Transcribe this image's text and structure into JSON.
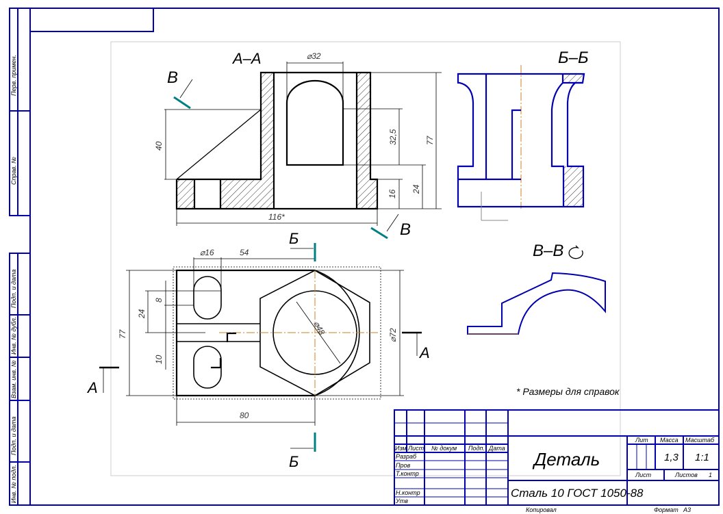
{
  "side_strip": [
    "Перв. примен.",
    "Справ. №",
    "Подп. и дата",
    "Инв. № дубл.",
    "Взам. инв. №",
    "Подп. и дата",
    "Инв. № подл."
  ],
  "views": {
    "section_aa": "А–А",
    "section_bb": "Б–Б",
    "section_vv": "В–В",
    "cut_v": "В",
    "cut_b": "Б",
    "cut_a": "А"
  },
  "dimensions": {
    "d32": "⌀32",
    "h40": "40",
    "h32_5": "32,5",
    "h77": "77",
    "h16": "16",
    "h24": "24",
    "w116": "116*",
    "d16": "⌀16",
    "w54": "54",
    "h8": "8",
    "h24b": "24",
    "h10": "10",
    "h77b": "77",
    "d48": "⌀48",
    "d72": "⌀72",
    "w80": "80"
  },
  "note": "* Размеры для справок",
  "title_block": {
    "col_headers": [
      "Изм",
      "Лист",
      "№ докум",
      "Подп.",
      "Дата"
    ],
    "roles": [
      "Разраб",
      "Пров",
      "Т.контр",
      "Н.контр",
      "Утв"
    ],
    "part_name": "Деталь",
    "material": "Сталь 10  ГОСТ 1050-88",
    "lit_label": "Лит",
    "mass_label": "Масса",
    "scale_label": "Масштаб",
    "mass": "1,3",
    "scale": "1:1",
    "sheet_label": "Лист",
    "sheets_label": "Листов",
    "sheets": "1",
    "copied": "Копировал",
    "format_label": "Формат",
    "format": "А3"
  },
  "colors": {
    "frame": "#0000b0",
    "axis": "#d08020",
    "cut": "#008080"
  }
}
